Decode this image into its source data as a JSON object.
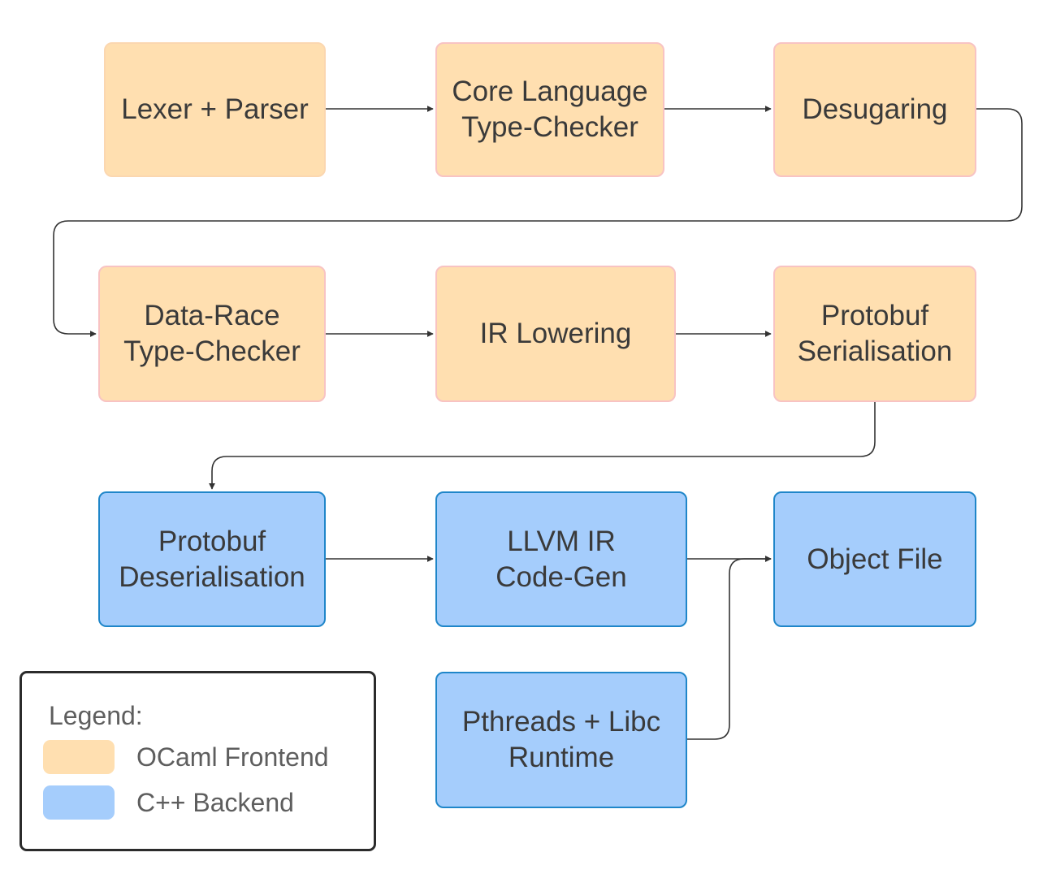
{
  "colors": {
    "frontend_fill": "#ffdfb0",
    "frontend_border": "#f8c3c3",
    "backend_fill": "#a5cdfc",
    "backend_border": "#1f86c9",
    "edge": "#333333"
  },
  "nodes": {
    "lexer": {
      "lines": [
        "Lexer + Parser"
      ],
      "group": "frontend"
    },
    "core": {
      "lines": [
        "Core Language",
        "Type-Checker"
      ],
      "group": "frontend"
    },
    "desugar": {
      "lines": [
        "Desugaring"
      ],
      "group": "frontend"
    },
    "drace": {
      "lines": [
        "Data-Race",
        "Type-Checker"
      ],
      "group": "frontend"
    },
    "irlow": {
      "lines": [
        "IR Lowering"
      ],
      "group": "frontend"
    },
    "pser": {
      "lines": [
        "Protobuf",
        "Serialisation"
      ],
      "group": "frontend"
    },
    "pdeser": {
      "lines": [
        "Protobuf",
        "Deserialisation"
      ],
      "group": "backend"
    },
    "llvm": {
      "lines": [
        "LLVM IR",
        "Code-Gen"
      ],
      "group": "backend"
    },
    "obj": {
      "lines": [
        "Object File"
      ],
      "group": "backend"
    },
    "pthr": {
      "lines": [
        "Pthreads + Libc",
        "Runtime"
      ],
      "group": "backend"
    }
  },
  "edges": [
    {
      "from": "lexer",
      "to": "core"
    },
    {
      "from": "core",
      "to": "desugar"
    },
    {
      "from": "desugar",
      "to": "drace"
    },
    {
      "from": "drace",
      "to": "irlow"
    },
    {
      "from": "irlow",
      "to": "pser"
    },
    {
      "from": "pser",
      "to": "pdeser"
    },
    {
      "from": "pdeser",
      "to": "llvm"
    },
    {
      "from": "llvm",
      "to": "obj"
    },
    {
      "from": "pthr",
      "to": "obj"
    }
  ],
  "legend": {
    "title": "Legend:",
    "items": [
      {
        "label": "OCaml Frontend",
        "color": "#ffdfb0"
      },
      {
        "label": "C++ Backend",
        "color": "#a5cdfc"
      }
    ]
  }
}
